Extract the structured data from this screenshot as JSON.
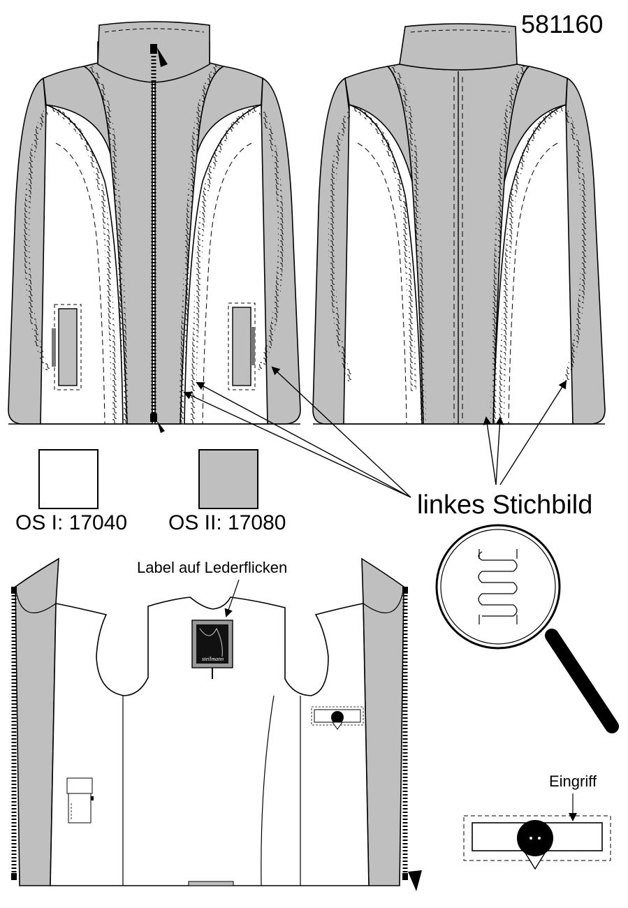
{
  "sheet": {
    "style_number": "581160",
    "stitch_label": "linkes Stichbild",
    "label_note": "Label auf Lederflicken",
    "grip_label": "Eingriff",
    "tag_text": "steilmann"
  },
  "swatches": [
    {
      "name": "OS I",
      "code": "OS I: 17040",
      "color": "#ffffff"
    },
    {
      "name": "OS II",
      "code": "OS II: 17080",
      "color": "#bfbfbf"
    }
  ],
  "colors": {
    "outer_fabric_light": "#ffffff",
    "outer_fabric_grey": "#bfbfbf",
    "line": "#000000",
    "magnifier_handle": "#000000"
  }
}
